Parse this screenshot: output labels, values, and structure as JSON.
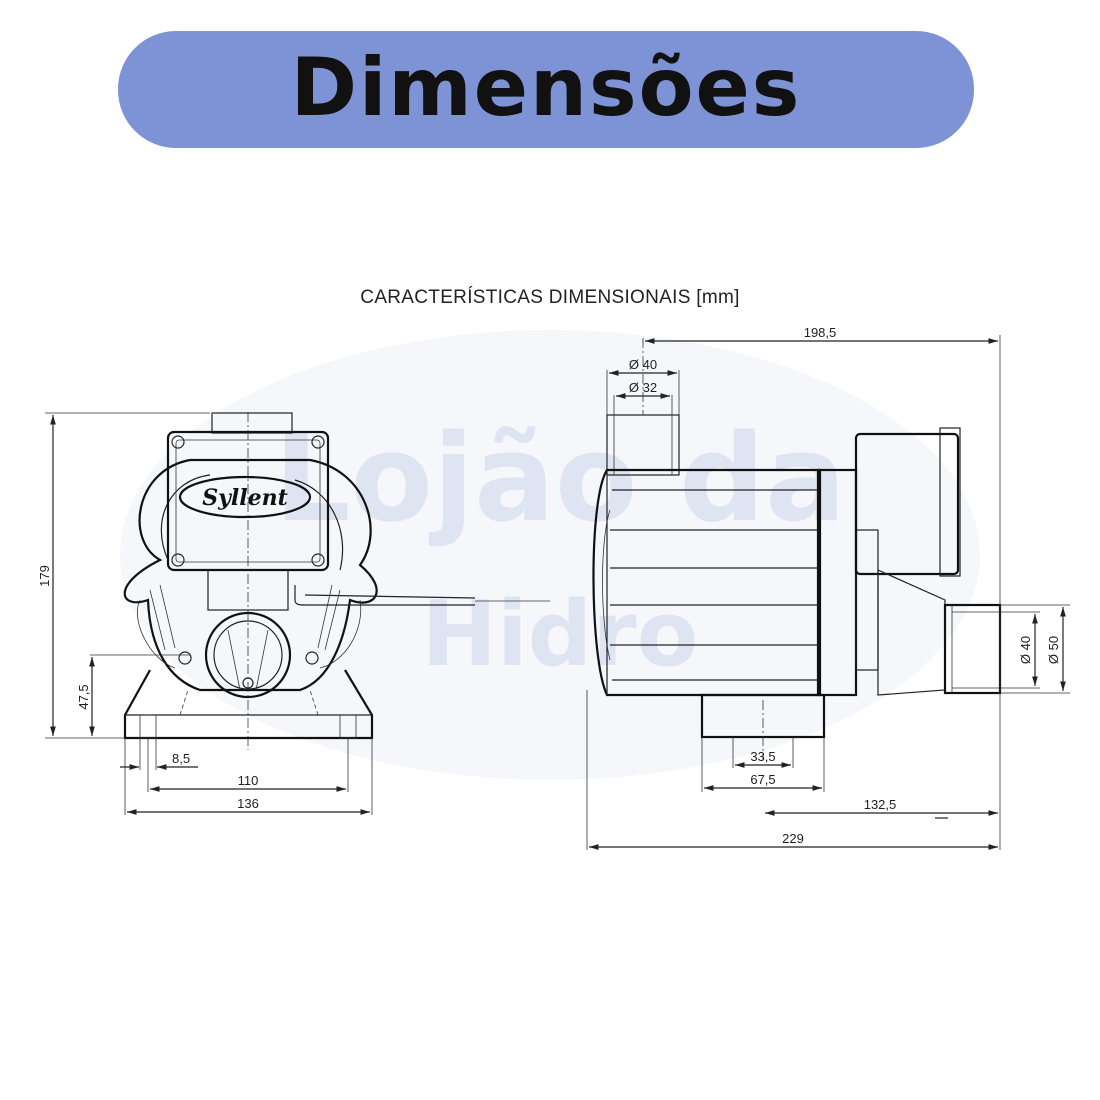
{
  "banner": {
    "title": "Dimensões"
  },
  "drawing": {
    "title": "CARACTERÍSTICAS DIMENSIONAIS [mm]",
    "logo_text": "Syllent",
    "watermark": [
      "Lojão da",
      "Hidro"
    ],
    "front_view": {
      "height": "179",
      "shaft_height": "47,5",
      "hole": "8,5",
      "hole_spacing": "110",
      "base_width": "136"
    },
    "side_view": {
      "inlet_outer": "Ø 40",
      "inlet_inner": "Ø 32",
      "top_length": "198,5",
      "outlet_inner": "Ø 40",
      "outlet_outer": "Ø 50",
      "foot_inner": "33,5",
      "foot_outer": "67,5",
      "foot_to_end": "132,5",
      "total_length": "229"
    }
  }
}
